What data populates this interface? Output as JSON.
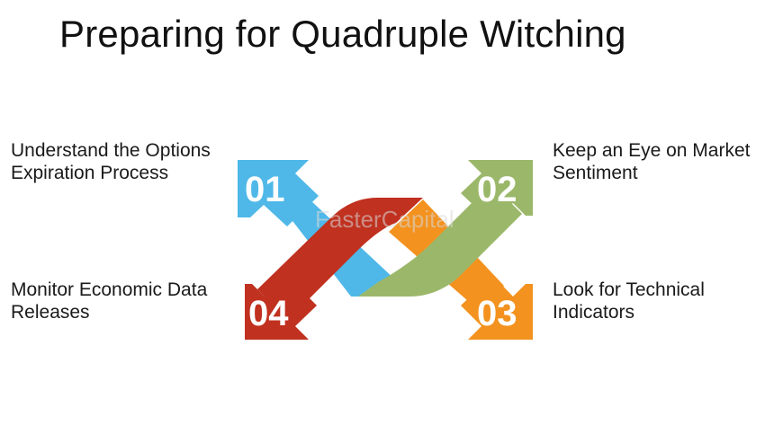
{
  "title": "Preparing for Quadruple Witching",
  "steps": [
    {
      "number": "01",
      "label": "Understand the Options\nExpiration Process",
      "color": "#4fb8e8"
    },
    {
      "number": "02",
      "label": "Keep an Eye on Market\nSentiment",
      "color": "#9bb86a"
    },
    {
      "number": "03",
      "label": "Look for Technical\nIndicators",
      "color": "#f3921f"
    },
    {
      "number": "04",
      "label": "Monitor Economic Data\nReleases",
      "color": "#c0311f"
    }
  ],
  "watermark": "FasterCapital"
}
